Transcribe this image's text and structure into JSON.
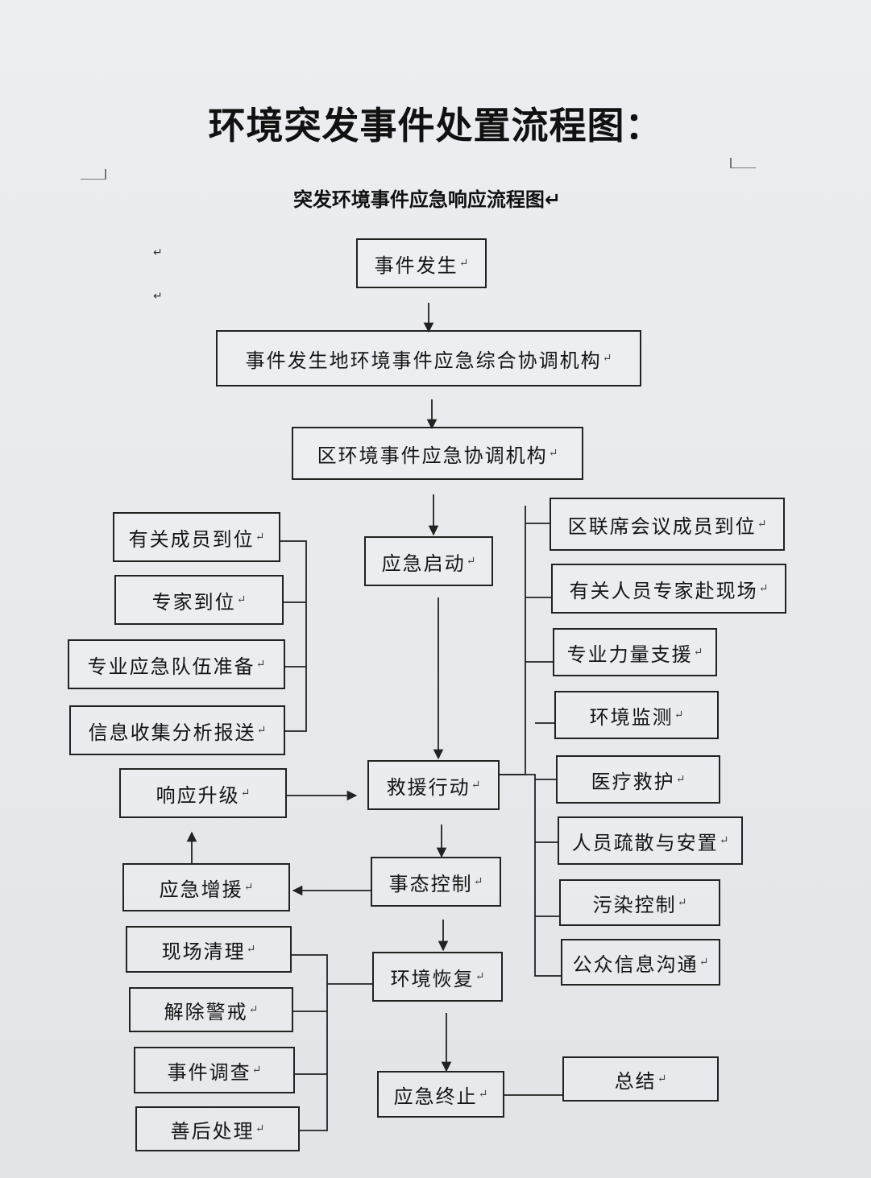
{
  "title": "环境突发事件处置流程图：",
  "subtitle": "突发环境事件应急响应流程图",
  "return_mark": "↵",
  "nodes": {
    "start": "事件发生",
    "local_agency": "事件发生地环境事件应急综合协调机构",
    "district_agency": "区环境事件应急协调机构",
    "activate": "应急启动",
    "rescue": "救援行动",
    "control": "事态控制",
    "recovery": "环境恢复",
    "terminate": "应急终止",
    "escalate": "响应升级",
    "reinforce": "应急增援",
    "summary": "总结"
  },
  "left_prep": [
    "有关成员到位",
    "专家到位",
    "专业应急队伍准备",
    "信息收集分析报送"
  ],
  "right_actions": [
    "区联席会议成员到位",
    "有关人员专家赴现场",
    "专业力量支援",
    "环境监测",
    "医疗救护",
    "人员疏散与安置",
    "污染控制",
    "公众信息沟通"
  ],
  "left_recovery": [
    "现场清理",
    "解除警戒",
    "事件调查",
    "善后处理"
  ]
}
